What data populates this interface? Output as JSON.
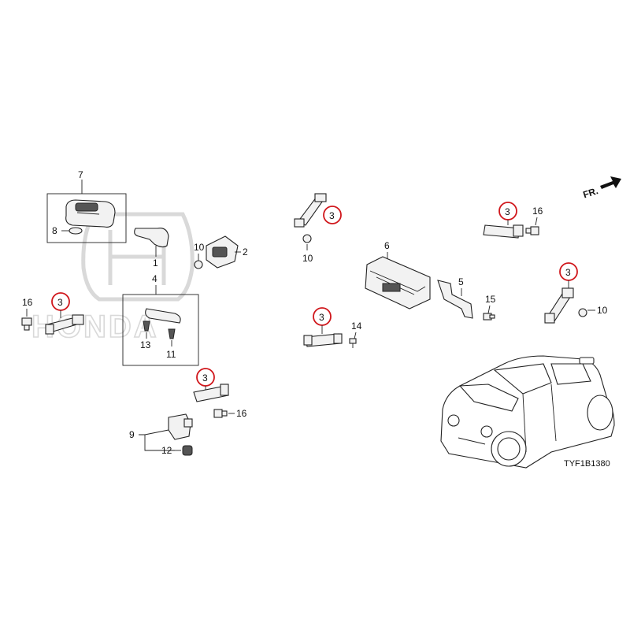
{
  "watermark": {
    "brand": "HONDA"
  },
  "direction": {
    "label": "FR."
  },
  "diagram_code": "TYF1B1380",
  "callouts": {
    "p7": "7",
    "p8": "8",
    "p1": "1",
    "p10a": "10",
    "p2": "2",
    "p4": "4",
    "p13": "13",
    "p11": "11",
    "p16a": "16",
    "p3a": "3",
    "p3b": "3",
    "p16b": "16",
    "p9": "9",
    "p12": "12",
    "p3c": "3",
    "p10b": "10",
    "p6": "6",
    "p5": "5",
    "p15": "15",
    "p3d": "3",
    "p14": "14",
    "p3e": "3",
    "p16c": "16",
    "p3f": "3",
    "p10c": "10"
  }
}
